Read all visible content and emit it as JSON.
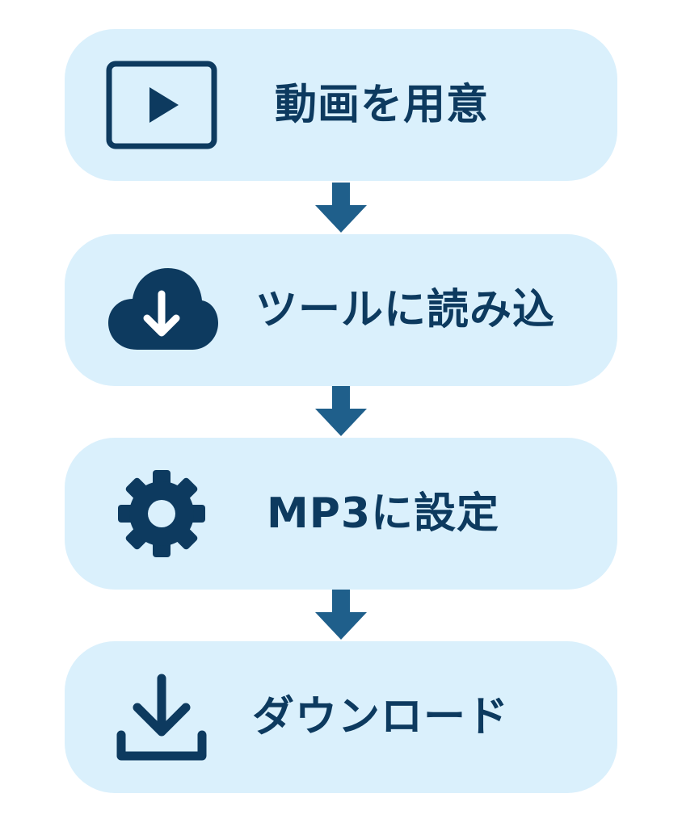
{
  "colors": {
    "step_background": "#daf0fc",
    "icon_and_text": "#0d3a5f",
    "arrow": "#1f5f8b",
    "page_background": "#ffffff"
  },
  "steps": [
    {
      "label": "動画を用意",
      "icon": "video-play-icon"
    },
    {
      "label": "ツールに読み込",
      "icon": "cloud-download-icon"
    },
    {
      "label": "MP3に設定",
      "icon": "gear-icon"
    },
    {
      "label": "ダウンロード",
      "icon": "download-icon"
    }
  ],
  "connector": "arrow-down-icon"
}
